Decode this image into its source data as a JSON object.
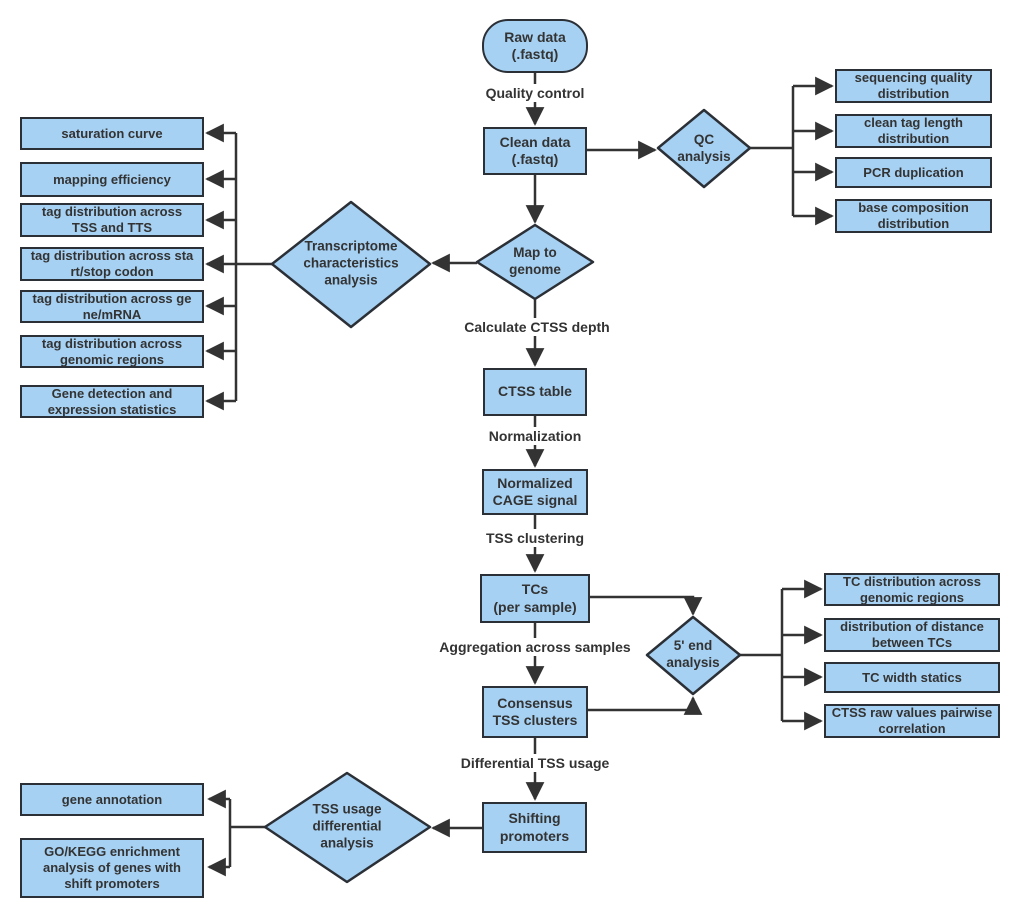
{
  "title": "CAGE-seq analysis pipeline flowchart",
  "colors": {
    "node_fill": "#a6d1f3",
    "node_border": "#2b2f36",
    "line": "#333333",
    "text": "#333333",
    "background": "#ffffff"
  },
  "nodes": {
    "raw_data": "Raw data\n(.fastq)",
    "clean_data": "Clean data\n(.fastq)",
    "qc_analysis": "QC\nanalysis",
    "map_to_genome": "Map to\ngenome",
    "transcriptome_analysis": "Transcriptome\ncharacteristics\nanalysis",
    "ctss_table": "CTSS table",
    "normalized_cage": "Normalized\nCAGE signal",
    "tcs_per_sample": "TCs\n(per sample)",
    "consensus_clusters": "Consensus\nTSS clusters",
    "five_end_analysis": "5' end\nanalysis",
    "shifting_promoters": "Shifting\npromoters",
    "tss_usage_analysis": "TSS usage\ndifferential\nanalysis"
  },
  "edge_labels": {
    "quality_control": "Quality control",
    "calculate_ctss_depth": "Calculate CTSS depth",
    "normalization": "Normalization",
    "tss_clustering": "TSS clustering",
    "aggregation": "Aggregation across samples",
    "differential_tss_usage": "Differential TSS usage"
  },
  "qc_outputs": [
    "sequencing quality\ndistribution",
    "clean tag length\ndistribution",
    "PCR duplication",
    "base composition\ndistribution"
  ],
  "transcriptome_outputs": [
    "saturation curve",
    "mapping efficiency",
    "tag distribution across\nTSS and TTS",
    "tag distribution across sta\nrt/stop codon",
    "tag distribution across ge\nne/mRNA",
    "tag distribution across\ngenomic regions",
    "Gene detection and\nexpression statistics"
  ],
  "five_end_outputs": [
    "TC distribution across\ngenomic regions",
    "distribution of distance\nbetween TCs",
    "TC width statics",
    "CTSS raw values pairwise\ncorrelation"
  ],
  "shift_outputs": [
    "gene annotation",
    "GO/KEGG enrichment\nanalysis of genes with\nshift promoters"
  ]
}
